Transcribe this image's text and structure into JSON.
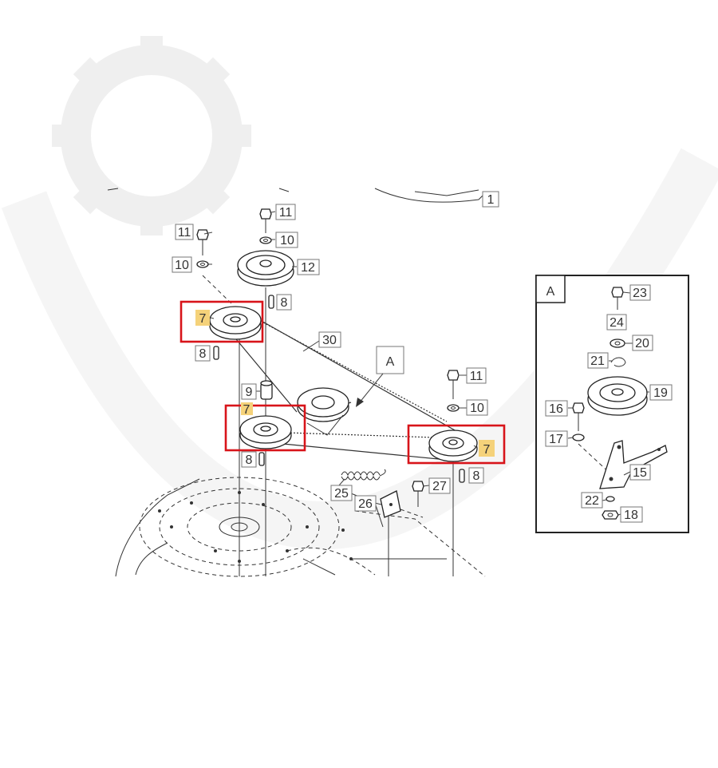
{
  "callouts": {
    "c1": "1",
    "c7a": "7",
    "c7b": "7",
    "c7c": "7",
    "c8a": "8",
    "c8b": "8",
    "c8c": "8",
    "c8d": "8",
    "c9": "9",
    "c10a": "10",
    "c10b": "10",
    "c10c": "10",
    "c11a": "11",
    "c11b": "11",
    "c11c": "11",
    "c12": "12",
    "c25": "25",
    "c26": "26",
    "c27": "27",
    "c30": "30",
    "detailMarker": "A",
    "inset": {
      "label": "A",
      "c15": "15",
      "c16": "16",
      "c17": "17",
      "c18": "18",
      "c19": "19",
      "c20": "20",
      "c21": "21",
      "c22": "22",
      "c23": "23",
      "c24": "24"
    }
  },
  "colors": {
    "highlight_fill": "#f5d27a",
    "highlight_frame": "#d8141a"
  }
}
